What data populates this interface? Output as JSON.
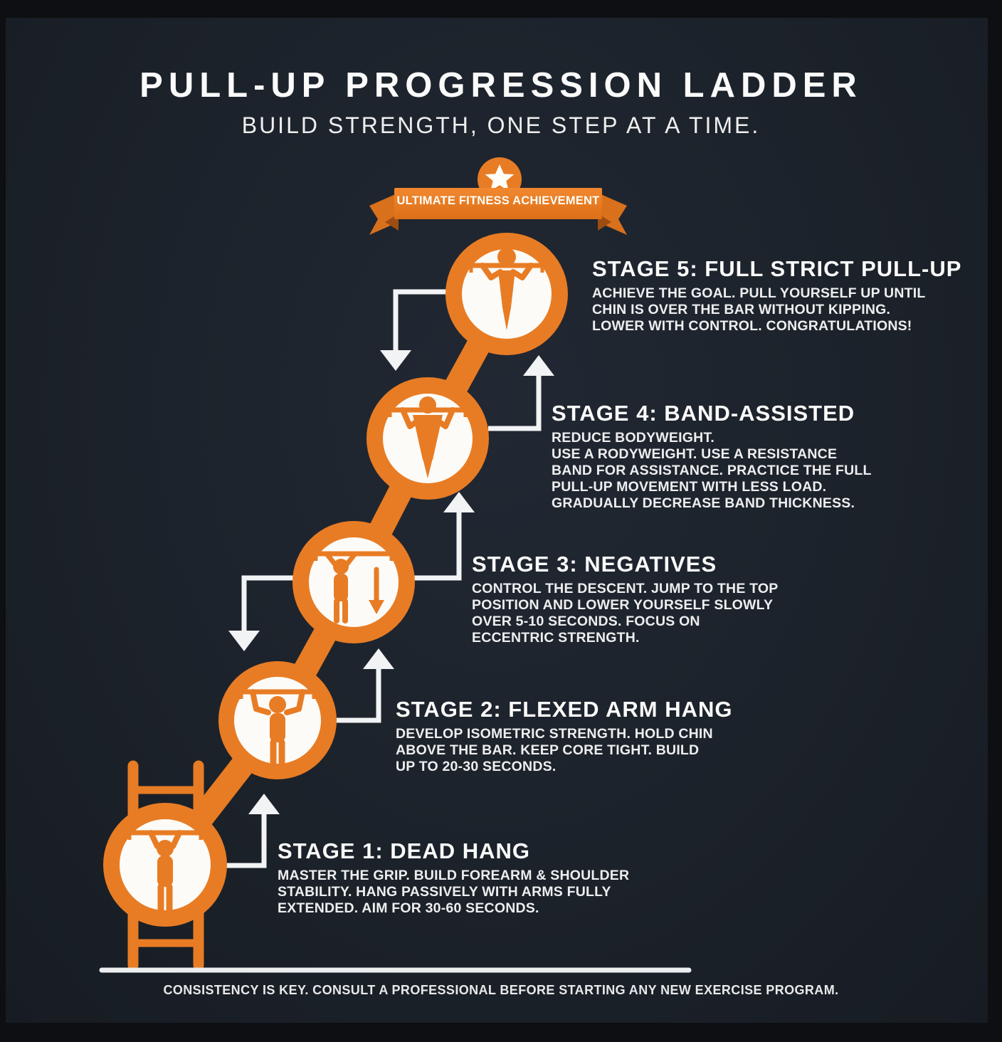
{
  "colors": {
    "background": "#1C222A",
    "frame": "#0D0F12",
    "accent": "#E87C24",
    "accent_dark": "#C2601A",
    "ribbon_fold": "#9E4D10",
    "text": "#F5F5F3",
    "circle_fill": "#FCFBF8",
    "arrow": "#F2F3F4"
  },
  "header": {
    "title": "PULL-UP PROGRESSION LADDER",
    "subtitle": "BUILD STRENGTH, ONE STEP AT A TIME."
  },
  "ribbon": {
    "label": "ULTIMATE FITNESS ACHIEVEMENT",
    "icon": "star-icon"
  },
  "stages": [
    {
      "number": 1,
      "heading": "STAGE 1: DEAD HANG",
      "description": "MASTER THE GRIP. BUILD FOREARM & SHOULDER\nSTABILITY. HANG PASSIVELY WITH ARMS FULLY\nEXTENDED. AIM FOR 30-60 SECONDS.",
      "icon": "dead-hang-icon"
    },
    {
      "number": 2,
      "heading": "STAGE 2: FLEXED ARM HANG",
      "description": "DEVELOP ISOMETRIC STRENGTH. HOLD CHIN\nABOVE THE BAR. KEEP CORE TIGHT. BUILD\nUP TO 20-30 SECONDS.",
      "icon": "flexed-arm-hang-icon"
    },
    {
      "number": 3,
      "heading": "STAGE 3: NEGATIVES",
      "description": "CONTROL THE DESCENT. JUMP TO THE TOP\nPOSITION AND LOWER YOURSELF SLOWLY\nOVER 5-10 SECONDS. FOCUS ON\nECCENTRIC STRENGTH.",
      "icon": "negatives-icon"
    },
    {
      "number": 4,
      "heading": "STAGE 4: BAND-ASSISTED",
      "description": "REDUCE BODYWEIGHT.\nUSE A RODYWEIGHT. USE A RESISTANCE\nBAND FOR ASSISTANCE. PRACTICE THE FULL\nPULL-UP MOVEMENT WITH LESS LOAD.\nGRADUALLY DECREASE BAND THICKNESS.",
      "icon": "band-assisted-icon"
    },
    {
      "number": 5,
      "heading": "STAGE 5: FULL STRICT PULL-UP",
      "description": "ACHIEVE THE GOAL. PULL YOURSELF UP UNTIL\nCHIN IS OVER THE BAR WITHOUT KIPPING.\nLOWER WITH CONTROL. CONGRATULATIONS!",
      "icon": "full-strict-pull-up-icon"
    }
  ],
  "footer": {
    "disclaimer": "CONSISTENCY IS KEY. CONSULT A PROFESSIONAL BEFORE STARTING ANY NEW EXERCISE PROGRAM."
  }
}
